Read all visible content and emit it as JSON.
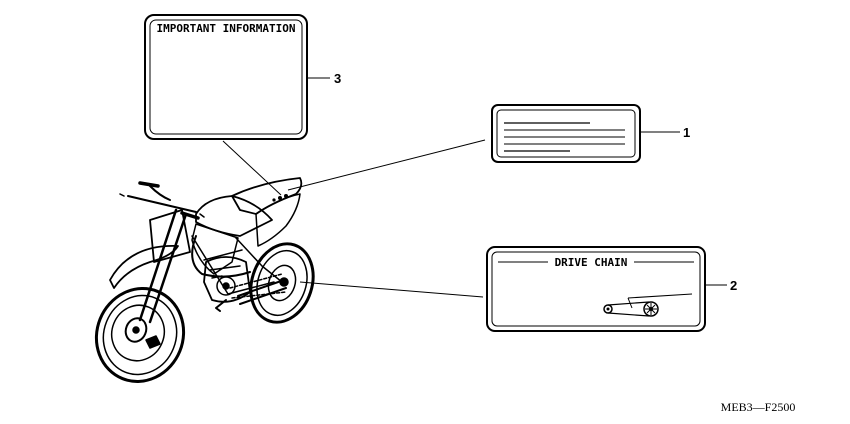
{
  "labels": {
    "important": {
      "title": "IMPORTANT INFORMATION",
      "callout": "3"
    },
    "label_one": {
      "callout": "1"
    },
    "drive_chain": {
      "title": "DRIVE CHAIN",
      "callout": "2"
    }
  },
  "part_code": "MEB3—F2500",
  "colors": {
    "ink": "#000000",
    "paper": "#ffffff"
  }
}
